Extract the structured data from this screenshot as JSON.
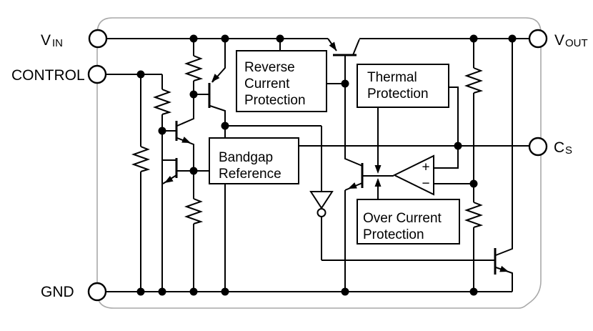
{
  "pins": [
    {
      "name": "V",
      "sub": "IN"
    },
    {
      "name": "CONTROL",
      "sub": ""
    },
    {
      "name": "GND",
      "sub": ""
    },
    {
      "name": "V",
      "sub": "OUT"
    },
    {
      "name": "C",
      "sub": "S"
    }
  ],
  "blocks": {
    "reverse_current": {
      "line1": "Reverse",
      "line2": "Current",
      "line3": "Protection"
    },
    "thermal": {
      "line1": "Thermal",
      "line2": "Protection"
    },
    "bandgap": {
      "line1": "Bandgap",
      "line2": "Reference"
    },
    "over_current": {
      "line1": "Over Current",
      "line2": "Protection"
    }
  },
  "comparator": {
    "plus": "+",
    "minus": "−"
  },
  "colors": {
    "wire": "#000000",
    "package_outline": "#a9a9a9",
    "background": "#ffffff"
  }
}
